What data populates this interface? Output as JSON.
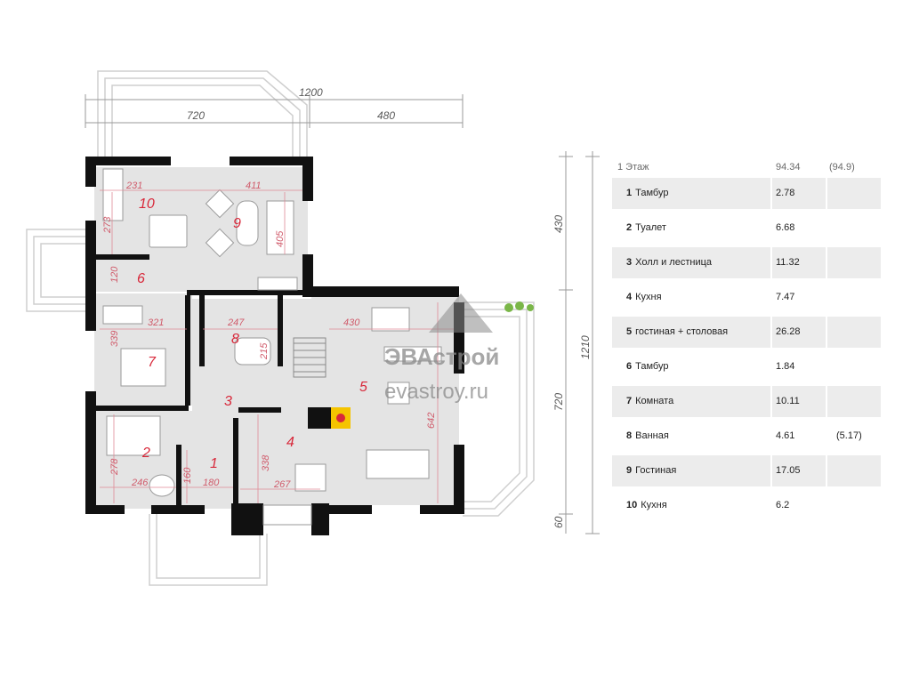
{
  "dimensions": {
    "total_width": "1200",
    "left_width": "720",
    "right_width": "480",
    "vertical_total": "1210",
    "vertical_top": "430",
    "vertical_mid": "720",
    "vertical_bottom": "60"
  },
  "room_numbers": [
    "10",
    "9",
    "6",
    "7",
    "8",
    "3",
    "5",
    "2",
    "1",
    "4"
  ],
  "room_dims": {
    "r231": "231",
    "r411": "411",
    "r273": "273",
    "r405": "405",
    "r120": "120",
    "r321": "321",
    "r247": "247",
    "r339": "339",
    "r215": "215",
    "r430": "430",
    "r642": "642",
    "r278": "278",
    "r160": "160",
    "r246": "246",
    "r180": "180",
    "r338": "338",
    "r267": "267"
  },
  "watermark": {
    "brand": "ЭВАстрой",
    "site": "evastroy.ru"
  },
  "legend": {
    "floor_label": "1 Этаж",
    "floor_area": "94.34",
    "floor_area_alt": "(94.9)",
    "rooms": [
      {
        "num": "1",
        "name": "Тамбур",
        "area": "2.78",
        "alt": ""
      },
      {
        "num": "2",
        "name": "Туалет",
        "area": "6.68",
        "alt": ""
      },
      {
        "num": "3",
        "name": "Холл и лестница",
        "area": "11.32",
        "alt": ""
      },
      {
        "num": "4",
        "name": "Кухня",
        "area": "7.47",
        "alt": ""
      },
      {
        "num": "5",
        "name": "гостиная + столовая",
        "area": "26.28",
        "alt": ""
      },
      {
        "num": "6",
        "name": "Тамбур",
        "area": "1.84",
        "alt": ""
      },
      {
        "num": "7",
        "name": "Комната",
        "area": "10.11",
        "alt": ""
      },
      {
        "num": "8",
        "name": "Ванная",
        "area": "4.61",
        "alt": "(5.17)"
      },
      {
        "num": "9",
        "name": "Гостиная",
        "area": "17.05",
        "alt": ""
      },
      {
        "num": "10",
        "name": "Кухня",
        "area": "6.2",
        "alt": ""
      }
    ]
  },
  "colors": {
    "wall": "#111111",
    "floor": "#e4e4e4",
    "accent": "#d8283a",
    "fireplace": "#f5c400"
  }
}
